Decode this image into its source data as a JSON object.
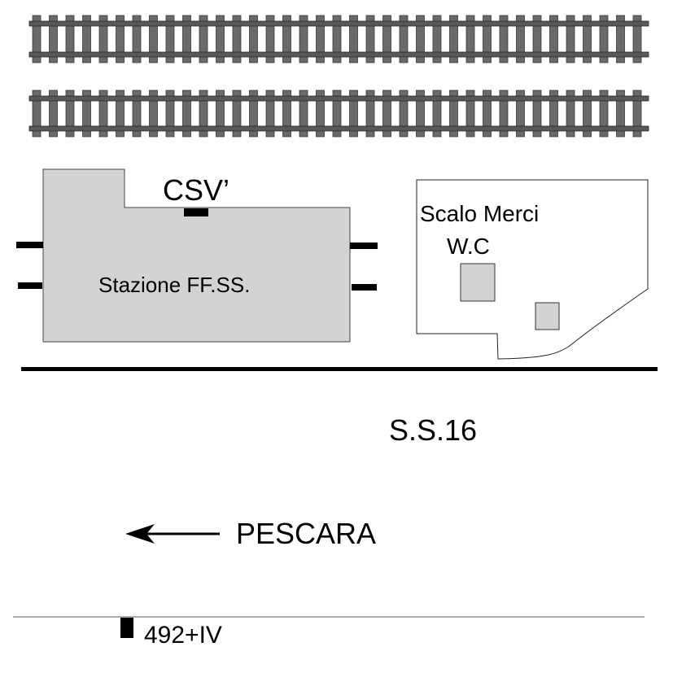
{
  "labels": {
    "building_code": "CSV’",
    "station": "Stazione FF.SS.",
    "freight_yard": "Scalo Merci",
    "wc": "W.C",
    "road": "S.S.16",
    "direction": "PESCARA",
    "kilometer_marker": "492+IV"
  },
  "colors": {
    "building_fill": "#d3d3d3",
    "rail": "#585858",
    "sleeper": "#6a6a6a",
    "line": "#000000"
  }
}
